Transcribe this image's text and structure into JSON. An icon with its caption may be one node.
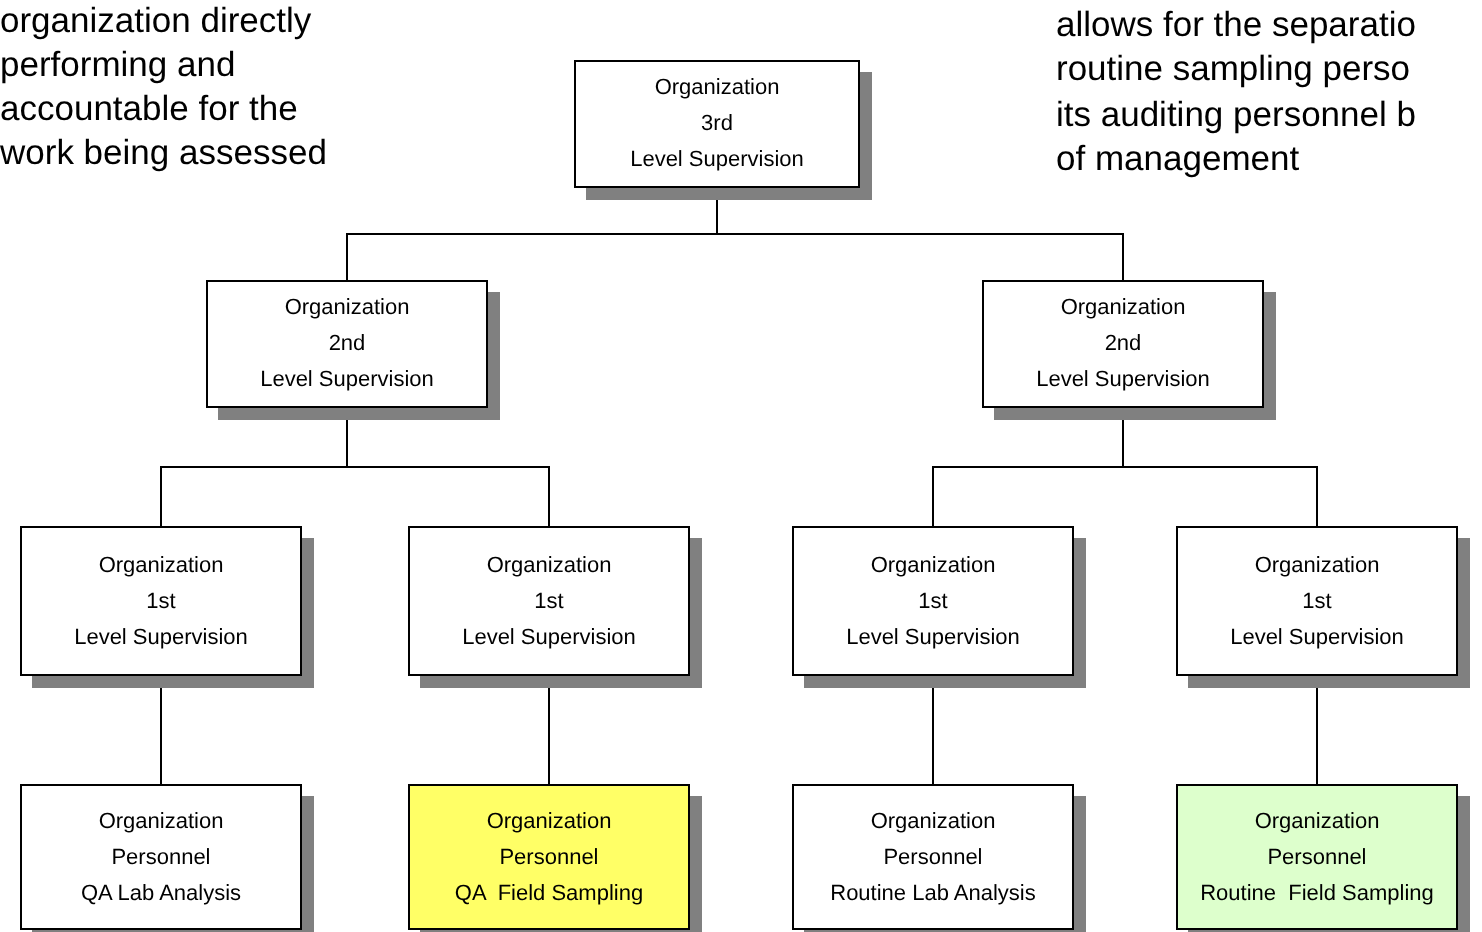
{
  "diagram": {
    "nodes": [
      {
        "text": [
          "Organization 3rd Level Supervision"
        ]
      },
      {
        "text": [
          "Organization 2nd  Level Supervision"
        ]
      },
      {
        "text": [
          "Organization 2nd Level Supervision"
        ]
      },
      {
        "text": [
          "Organization 1st Level Supervision"
        ]
      },
      {
        "text": [
          "Organization 1st Level Supervision"
        ]
      },
      {
        "text": [
          "Organization 1st Level Supervision"
        ]
      },
      {
        "text": [
          "Organization 1st Level Supervision"
        ]
      },
      {
        "text": [
          "Organization Personnel QA Lab Analysis"
        ]
      },
      {
        "text": [
          "Organization Personnel QA  Field Sampling"
        ]
      },
      {
        "text": [
          "Organization Personnel Routine Lab Analysis"
        ]
      },
      {
        "text": [
          "Organization Personnel Routine  Field Sampling"
        ]
      }
    ],
    "edges": [
      {
        "from": 0,
        "to": 1,
        "arrow": "none"
      },
      {
        "from": 0,
        "to": 2,
        "arrow": "none"
      },
      {
        "from": 1,
        "to": 3,
        "arrow": "none"
      },
      {
        "from": 1,
        "to": 4,
        "arrow": "none"
      },
      {
        "from": 2,
        "to": 5,
        "arrow": "none"
      },
      {
        "from": 2,
        "to": 6,
        "arrow": "none"
      },
      {
        "from": 3,
        "to": 7,
        "arrow": "none"
      },
      {
        "from": 4,
        "to": 8,
        "arrow": "none"
      },
      {
        "from": 5,
        "to": 9,
        "arrow": "none"
      },
      {
        "from": 6,
        "to": 10,
        "arrow": "none"
      }
    ],
    "labels": [
      "organization directly",
      "performing and",
      "accountable for the",
      "work being assessed",
      "allows for the separatio",
      "routine sampling perso",
      "its auditing personnel b",
      "of management"
    ]
  }
}
